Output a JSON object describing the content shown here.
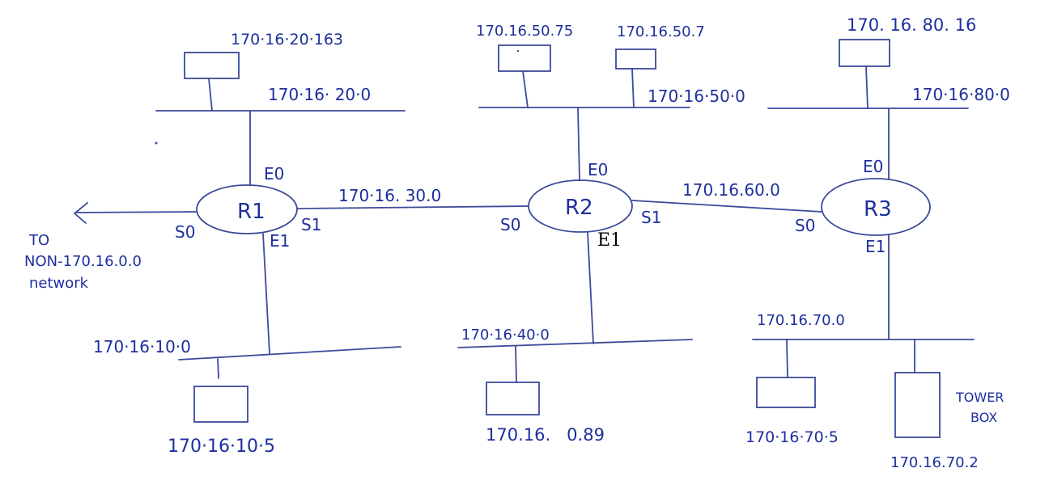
{
  "colors": {
    "ink": "#1e2f9e",
    "line": "#3b4a9a",
    "serif_ink": "#000000"
  },
  "routers": {
    "r1": "R1",
    "r2": "R2",
    "r3": "R3"
  },
  "interfaces": {
    "r1_e0": "E0",
    "r1_s0": "S0",
    "r1_s1": "S1",
    "r1_e1": "E1",
    "r2_e0": "E0",
    "r2_s0": "S0",
    "r2_s1": "S1",
    "r2_e1": "E1",
    "r3_e0": "E0",
    "r3_s0": "S0",
    "r3_e1": "E1"
  },
  "networks": {
    "n20": "170·16· 20·0",
    "n50": "170·16·50·0",
    "n80": "170·16·80·0",
    "n30": "170·16. 30.0",
    "n60": "170.16.60.0",
    "n10": "170·16·10·0",
    "n40": "170·16·40·0",
    "n70": "170.16.70.0"
  },
  "hosts": {
    "h20_163": "170·16·20·163",
    "h50_75": "170.16.50.75",
    "h50_7": "170.16.50.7",
    "h80_16": "170. 16. 80. 16",
    "h10_5": "170·16·10·5",
    "h40_89": "170.16.   0.89",
    "h70_5": "170·16·70·5",
    "h70_2": "170.16.70.2"
  },
  "external": {
    "line1": "TO",
    "line2": "NON-170.16.0.0",
    "line3": "network"
  },
  "tower_box": {
    "line1": "TOWER",
    "line2": "BOX"
  }
}
